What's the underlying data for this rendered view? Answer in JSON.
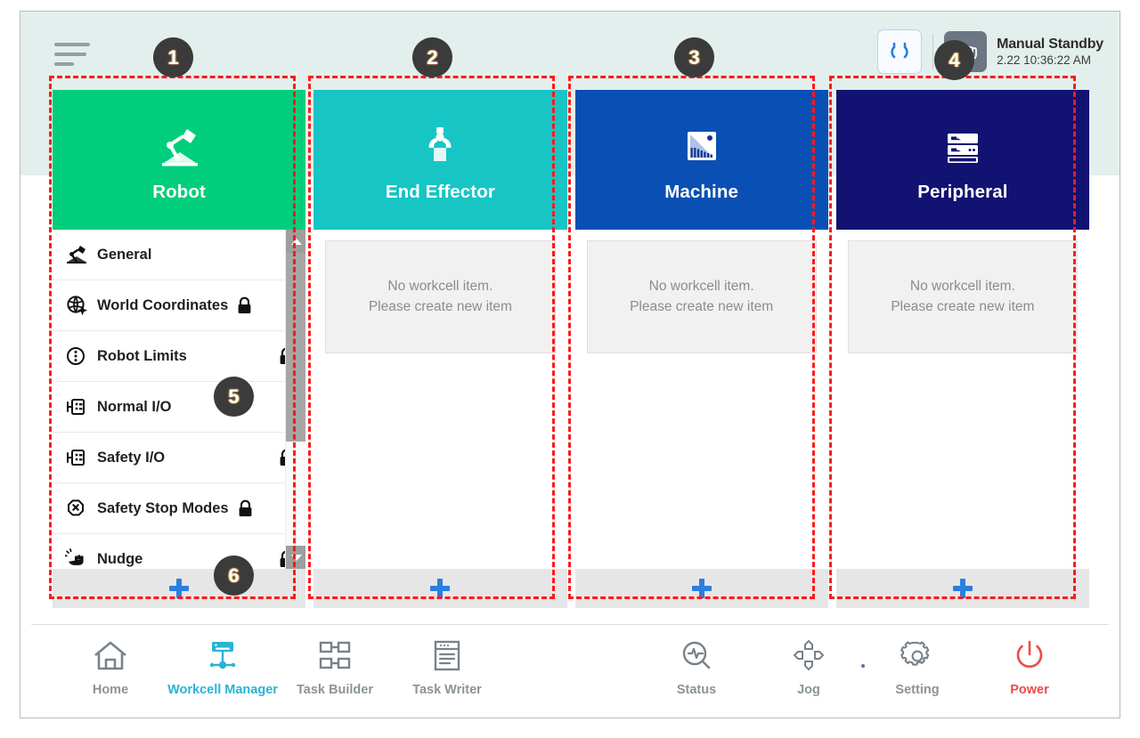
{
  "header": {
    "menu_icon": "hamburger-icon",
    "reset_icon": "reset-arc-icon",
    "mode_icon": "manual-hand-icon",
    "status_title": "Manual Standby",
    "status_time": "2.22 10:36:22 AM"
  },
  "columns": [
    {
      "id": "robot",
      "title": "Robot",
      "icon": "robot-arm-icon",
      "color": "#00CE7C",
      "type": "list",
      "items": [
        {
          "label": "General",
          "icon": "robot-arm-icon",
          "locked": false,
          "lock_inline": false
        },
        {
          "label": "World Coordinates",
          "icon": "world-coordinates-icon",
          "locked": true,
          "lock_inline": true
        },
        {
          "label": "Robot Limits",
          "icon": "robot-limits-icon",
          "locked": true,
          "lock_inline": false
        },
        {
          "label": "Normal I/O",
          "icon": "io-port-icon",
          "locked": false,
          "lock_inline": false
        },
        {
          "label": "Safety I/O",
          "icon": "io-port-icon",
          "locked": true,
          "lock_inline": false
        },
        {
          "label": "Safety Stop Modes",
          "icon": "stop-octagon-icon",
          "locked": true,
          "lock_inline": true
        },
        {
          "label": "Nudge",
          "icon": "nudge-hand-icon",
          "locked": true,
          "lock_inline": false
        }
      ],
      "add_label": "add-item",
      "scrollbar": {
        "up": "scroll-up-arrow",
        "down": "scroll-down-arrow"
      }
    },
    {
      "id": "end-effector",
      "title": "End Effector",
      "icon": "gripper-icon",
      "color": "#17C5C5",
      "type": "empty",
      "empty_line1": "No workcell item.",
      "empty_line2": "Please create new item",
      "add_label": "add-item"
    },
    {
      "id": "machine",
      "title": "Machine",
      "icon": "machine-icon",
      "color": "#0A4FB4",
      "type": "empty",
      "empty_line1": "No workcell item.",
      "empty_line2": "Please create new item",
      "add_label": "add-item"
    },
    {
      "id": "peripheral",
      "title": "Peripheral",
      "icon": "peripheral-rack-icon",
      "color": "#121272",
      "type": "empty",
      "empty_line1": "No workcell item.",
      "empty_line2": "Please create new item",
      "add_label": "add-item"
    }
  ],
  "navbar": {
    "left": [
      {
        "label": "Home",
        "icon": "home-icon",
        "active": false
      },
      {
        "label": "Workcell Manager",
        "icon": "workcell-manager-icon",
        "active": true
      },
      {
        "label": "Task Builder",
        "icon": "task-builder-icon",
        "active": false
      },
      {
        "label": "Task Writer",
        "icon": "task-writer-icon",
        "active": false
      }
    ],
    "right": [
      {
        "label": "Status",
        "icon": "status-magnifier-icon",
        "active": false
      },
      {
        "label": "Jog",
        "icon": "jog-dpad-icon",
        "active": false
      },
      {
        "label": "Setting",
        "icon": "gear-icon",
        "active": false
      },
      {
        "label": "Power",
        "icon": "power-icon",
        "active": false
      }
    ]
  },
  "annotations": {
    "color": "#FF1A1A",
    "badges": [
      {
        "n": "1"
      },
      {
        "n": "2"
      },
      {
        "n": "3"
      },
      {
        "n": "4"
      },
      {
        "n": "5"
      },
      {
        "n": "6"
      }
    ]
  }
}
